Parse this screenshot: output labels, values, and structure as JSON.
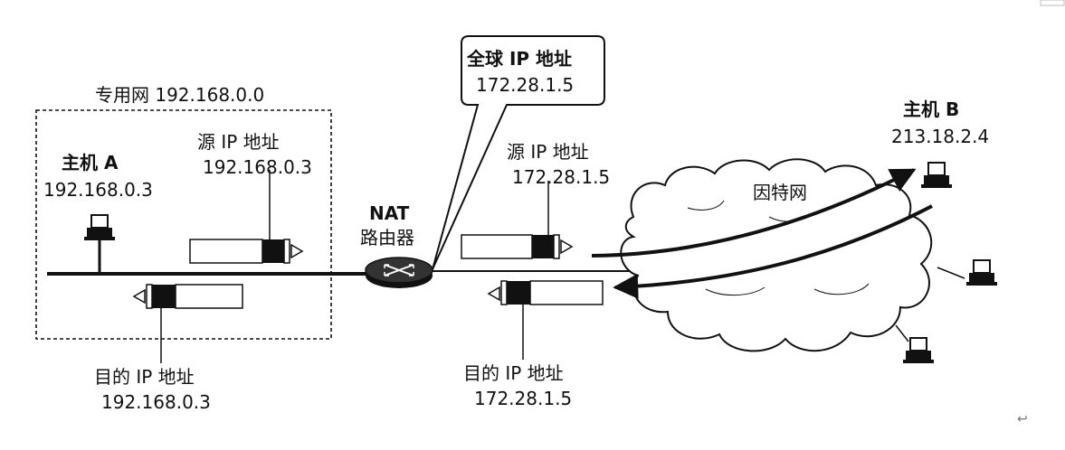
{
  "private_net": {
    "title": "专用网 192.168.0.0"
  },
  "host_a": {
    "name": "主机 A",
    "ip": "192.168.0.3"
  },
  "src_private": {
    "label": "源 IP 地址",
    "ip": "192.168.0.3"
  },
  "dst_private": {
    "label": "目的 IP 地址",
    "ip": "192.168.0.3"
  },
  "router": {
    "line1": "NAT",
    "line2": "路由器"
  },
  "global_callout": {
    "label": "全球 IP 地址",
    "ip": "172.28.1.5"
  },
  "src_global": {
    "label": "源 IP 地址",
    "ip": "172.28.1.5"
  },
  "dst_global": {
    "label": "目的 IP 地址",
    "ip": "172.28.1.5"
  },
  "internet": {
    "label": "因特网"
  },
  "host_b": {
    "name": "主机 B",
    "ip": "213.18.2.4"
  },
  "corner_glyph": "↩"
}
